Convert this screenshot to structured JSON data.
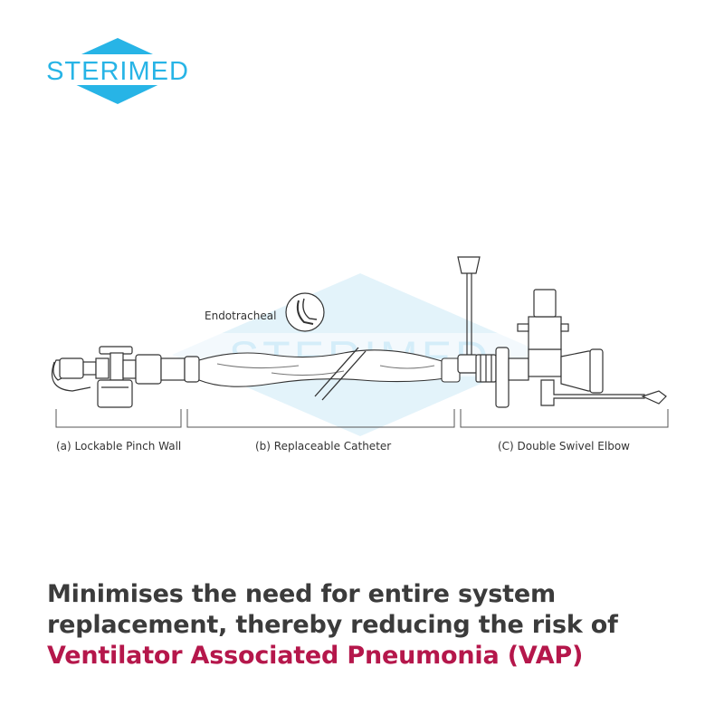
{
  "brand": {
    "logo_text": "STERIMED",
    "watermark_text": "STERIMED",
    "logo_color": "#27b4e6",
    "watermark_color": "#d6effa"
  },
  "diagram": {
    "callout_label": "Endotracheal",
    "segments": [
      {
        "label": "(a) Lockable Pinch Wall"
      },
      {
        "label": "(b) Replaceable Catheter"
      },
      {
        "label": "(C) Double Swivel Elbow"
      }
    ]
  },
  "caption": {
    "line_part1": "Minimises the need for entire system replacement, thereby reducing the risk of ",
    "highlight": "Ventilator Associated Pneumonia (VAP)",
    "highlight_color": "#b5174b"
  }
}
